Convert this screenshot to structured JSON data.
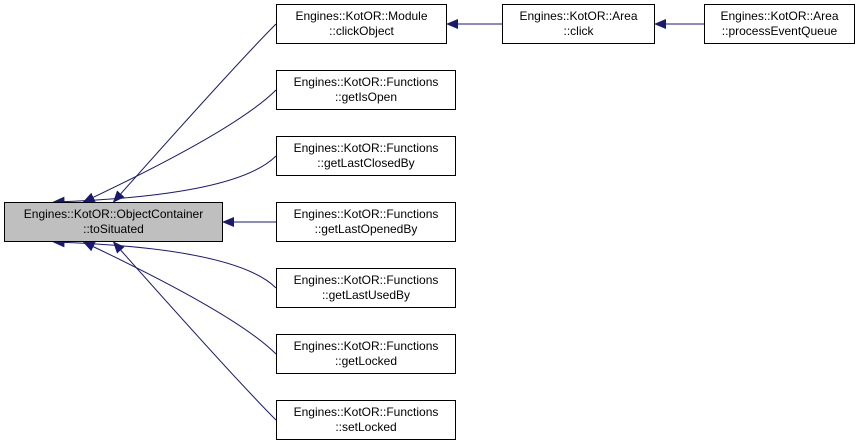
{
  "diagram": {
    "type": "doxygen-caller-graph",
    "edge_color": "#191970",
    "root_fill": "#bfbfbf",
    "nodes": {
      "root": {
        "line1": "Engines::KotOR::ObjectContainer",
        "line2": "::toSituated"
      },
      "click_obj": {
        "line1": "Engines::KotOR::Module",
        "line2": "::clickObject"
      },
      "area_click": {
        "line1": "Engines::KotOR::Area",
        "line2": "::click"
      },
      "process": {
        "line1": "Engines::KotOR::Area",
        "line2": "::processEventQueue"
      },
      "is_open": {
        "line1": "Engines::KotOR::Functions",
        "line2": "::getIsOpen"
      },
      "closed_by": {
        "line1": "Engines::KotOR::Functions",
        "line2": "::getLastClosedBy"
      },
      "opened_by": {
        "line1": "Engines::KotOR::Functions",
        "line2": "::getLastOpenedBy"
      },
      "used_by": {
        "line1": "Engines::KotOR::Functions",
        "line2": "::getLastUsedBy"
      },
      "locked": {
        "line1": "Engines::KotOR::Functions",
        "line2": "::getLocked"
      },
      "set_locked": {
        "line1": "Engines::KotOR::Functions",
        "line2": "::setLocked"
      }
    },
    "edges": [
      {
        "from": "click_obj",
        "to": "root"
      },
      {
        "from": "is_open",
        "to": "root"
      },
      {
        "from": "closed_by",
        "to": "root"
      },
      {
        "from": "opened_by",
        "to": "root"
      },
      {
        "from": "used_by",
        "to": "root"
      },
      {
        "from": "locked",
        "to": "root"
      },
      {
        "from": "set_locked",
        "to": "root"
      },
      {
        "from": "area_click",
        "to": "click_obj"
      },
      {
        "from": "process",
        "to": "area_click"
      }
    ]
  }
}
